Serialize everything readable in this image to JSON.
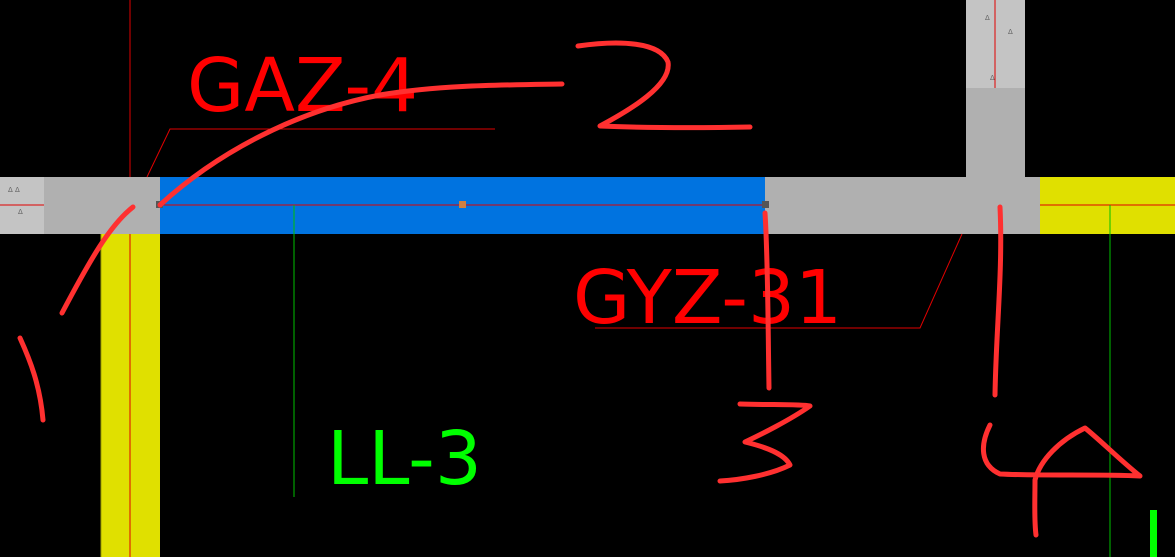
{
  "labels": {
    "gaz": "GAZ-4",
    "gyz": "GYZ-31",
    "ll": "LL-3"
  },
  "handwritten_marks": [
    "1",
    "2",
    "3",
    "4"
  ],
  "colors": {
    "background": "#000000",
    "wall": "#b0b0b0",
    "wall_hatch": "#c9c9c9",
    "beam_selected": "#0073e0",
    "column_yellow": "#e0e000",
    "axis_red": "#e00000",
    "text_red": "#ff0000",
    "text_green": "#00ff00",
    "grid_green": "#00c000",
    "handwriting": "#ff3030"
  }
}
